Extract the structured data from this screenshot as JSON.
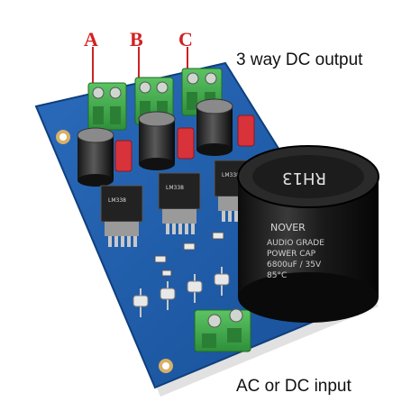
{
  "labels": {
    "terminal_a": "A",
    "terminal_b": "B",
    "terminal_c": "C",
    "top_caption": "3 way DC output",
    "bottom_caption": "AC or DC input"
  },
  "capacitor": {
    "brand": "NOVER",
    "marking_top": "RH13",
    "marking_side": [
      "AUDIO GRADE",
      "POWER CAP",
      "6800uF / 35V",
      "85°C"
    ]
  },
  "regulator_marking": "LM338",
  "colors": {
    "board": "#1f5fae",
    "terminal_green": "#3fae4a",
    "label_red": "#d42020",
    "leader_line": "#cc2222",
    "capacitor_body": "#1b1b1b",
    "led_red": "#d8323a"
  }
}
